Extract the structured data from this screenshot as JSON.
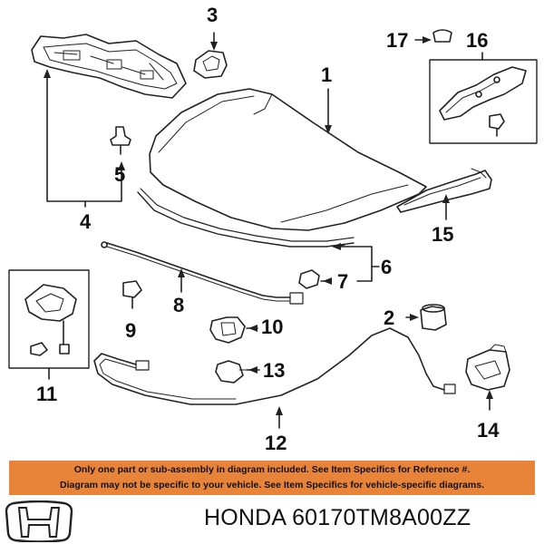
{
  "callouts": {
    "c1": "1",
    "c2": "2",
    "c3": "3",
    "c4": "4",
    "c5": "5",
    "c6": "6",
    "c7": "7",
    "c8": "8",
    "c9": "9",
    "c10": "10",
    "c11": "11",
    "c12": "12",
    "c13": "13",
    "c14": "14",
    "c15": "15",
    "c16": "16",
    "c17": "17"
  },
  "notice": {
    "line1": "Only one part or sub-assembly in diagram included. See Item Specifics for Reference #.",
    "line2": "Diagram may not be specific to your vehicle. See Item Specifics for vehicle-specific diagrams.",
    "background": "#e8833a"
  },
  "footer": {
    "brand": "HONDA",
    "part_number": "60170TM8A00ZZ",
    "logo_icon": "honda-h-logo-icon"
  }
}
